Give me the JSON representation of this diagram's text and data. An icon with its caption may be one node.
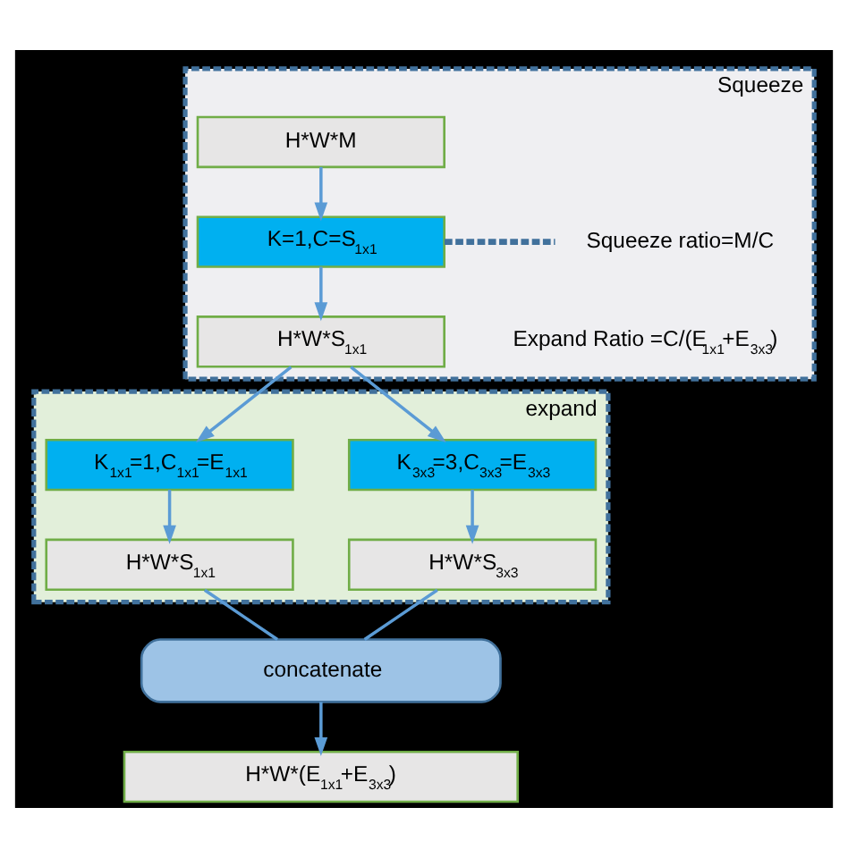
{
  "diagram": {
    "nodes": [
      {
        "text": [
          "Squeeze"
        ]
      },
      {
        "text": [
          "H*W*M"
        ],
        "in": 0
      },
      {
        "text": [
          "K=1,C=S$_{1x1}$"
        ],
        "in": 0
      },
      {
        "text": [
          "Squeeze ratio=M/C"
        ],
        "in": 0
      },
      {
        "text": [
          "H*W*S$_{1x1}$"
        ],
        "in": 0
      },
      {
        "text": [
          "expand"
        ]
      },
      {
        "text": [
          "K$_{1x1}$=1,C$_{1x1}$=E$_{1x1}$"
        ],
        "in": 5
      },
      {
        "text": [
          "K$_{3x3}$=3,C$_{3x3}$=E$_{3x3}$"
        ],
        "in": 5
      },
      {
        "text": [
          "H*W*S$_{1x1}$"
        ],
        "in": 5
      },
      {
        "text": [
          "H*W*S$_{3x3}$"
        ],
        "in": 5
      },
      {
        "text": [
          "concatenate"
        ]
      },
      {
        "text": [
          "H*W*(E$_{1x1}$+E$_{3x3}$)"
        ]
      }
    ],
    "edges": [
      {
        "from": 1,
        "to": 2,
        "arrow": "to"
      },
      {
        "from": 2,
        "to": 3,
        "arrow": "none",
        "style": "dashed"
      },
      {
        "from": 2,
        "to": 4,
        "arrow": "to"
      },
      {
        "from": 4,
        "to": 6,
        "arrow": "to"
      },
      {
        "from": 4,
        "to": 7,
        "arrow": "to"
      },
      {
        "from": 6,
        "to": 8,
        "arrow": "to"
      },
      {
        "from": 7,
        "to": 9,
        "arrow": "to"
      },
      {
        "from": 8,
        "to": 10,
        "arrow": "none"
      },
      {
        "from": 9,
        "to": 10,
        "arrow": "none"
      },
      {
        "from": 10,
        "to": 11,
        "arrow": "to"
      }
    ],
    "labels": [
      "Expand Ratio =C/(E$_{1x1}$+E$_{3x3}$)"
    ]
  }
}
